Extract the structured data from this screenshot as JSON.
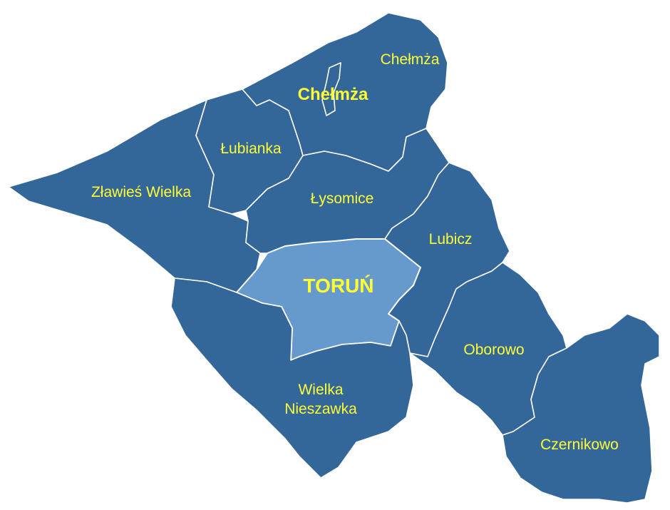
{
  "colors": {
    "region_fill": "#336699",
    "city_fill": "#6699cc",
    "border": "#ffffff",
    "label": "#ffff33"
  },
  "regions": [
    {
      "id": "chelmza-gmina",
      "label": "Chełmża"
    },
    {
      "id": "chelmza-miasto",
      "label": "Chełmża"
    },
    {
      "id": "lubianka",
      "label": "Łubianka"
    },
    {
      "id": "zlawies-wielka",
      "label": "Zławieś Wielka"
    },
    {
      "id": "lysomice",
      "label": "Łysomice"
    },
    {
      "id": "lubicz",
      "label": "Lubicz"
    },
    {
      "id": "torun",
      "label": "TORUŃ"
    },
    {
      "id": "oborowo",
      "label": "Oborowo"
    },
    {
      "id": "wielka-nieszawka",
      "label_line1": "Wielka",
      "label_line2": "Nieszawka"
    },
    {
      "id": "czernikowo",
      "label": "Czernikowo"
    }
  ]
}
